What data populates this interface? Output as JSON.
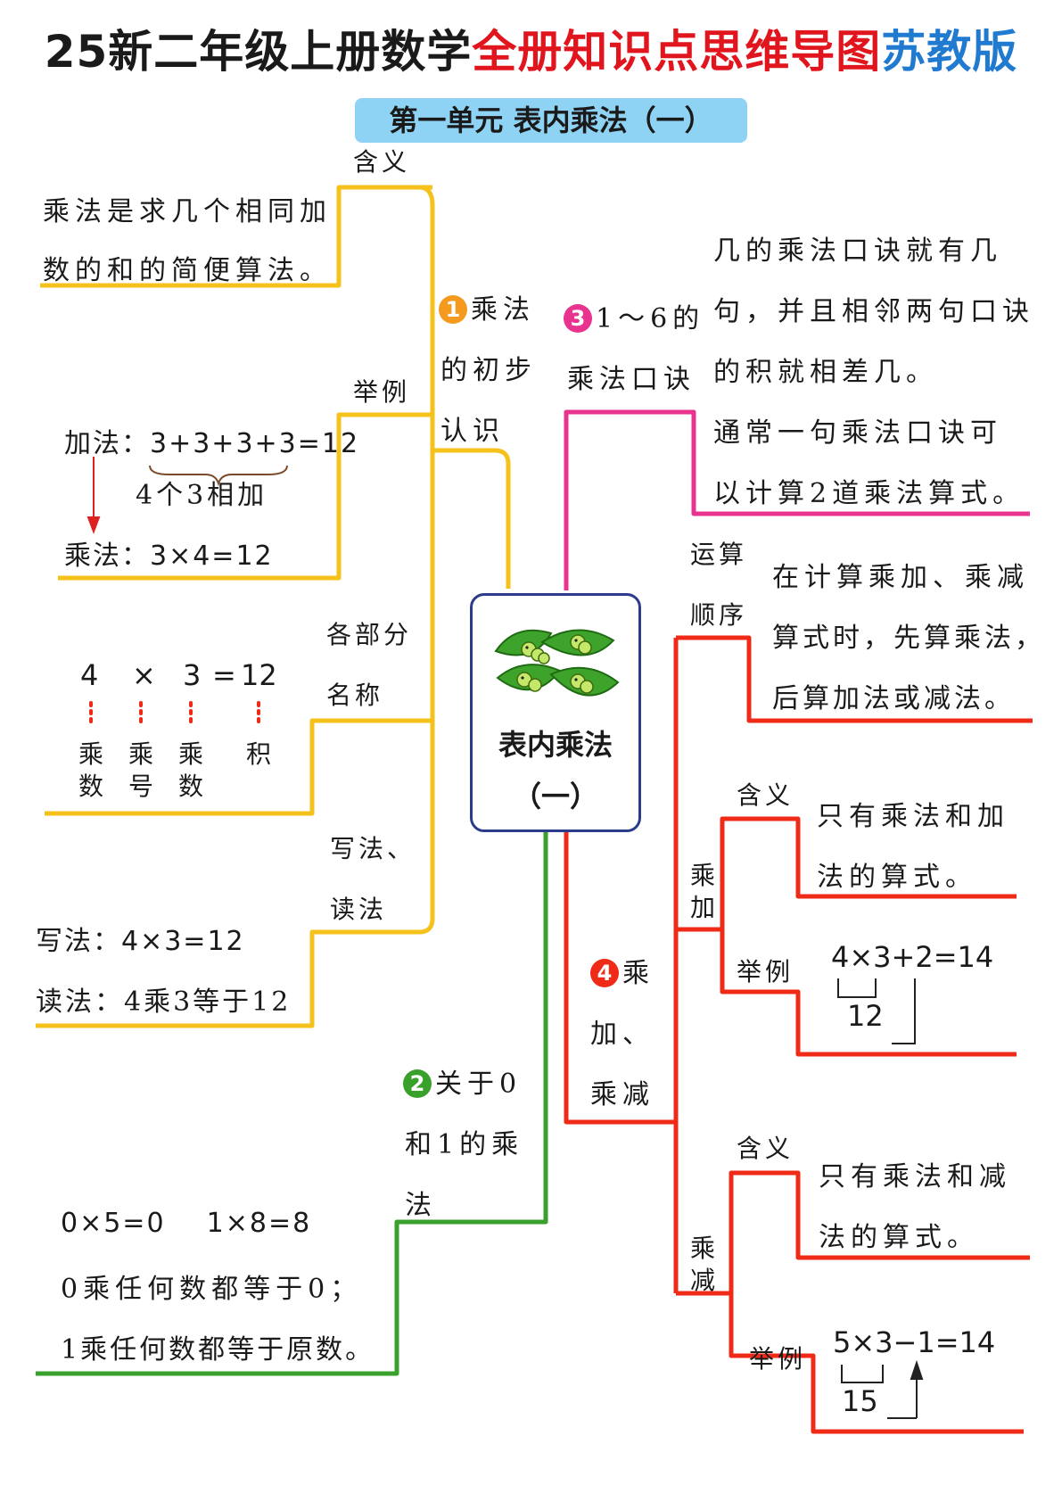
{
  "title": {
    "black": "25新二年级上册数学",
    "red": "全册知识点思维导图",
    "blue": "苏教版"
  },
  "unit_title": "第一单元 表内乘法（一）",
  "center": {
    "line1": "表内乘法",
    "line2": "（一）"
  },
  "branch1": {
    "badge": "1",
    "label_lines": [
      "乘法",
      "的初步",
      "认识"
    ],
    "meaning": {
      "label": "含义",
      "lines": [
        "乘法是求几个相同加",
        "数的和的简便算法。"
      ]
    },
    "example": {
      "label": "举例",
      "add": "加法：3+3+3+3=12",
      "brace": "4个3相加",
      "mul": "乘法：3×4=12"
    },
    "parts": {
      "label_lines": [
        "各部分",
        "名称"
      ],
      "equation": [
        "4",
        "×",
        "3",
        "=",
        "12"
      ],
      "names": [
        [
          "乘",
          "数"
        ],
        [
          "乘",
          "号"
        ],
        [
          "乘",
          "数"
        ],
        [
          "积"
        ]
      ]
    },
    "write_read": {
      "label_lines": [
        "写法、",
        "读法"
      ],
      "write": "写法：4×3=12",
      "read": "读法：4乘3等于12"
    }
  },
  "branch2": {
    "badge": "2",
    "label_lines": [
      "关于0",
      "和1的乘",
      "法"
    ],
    "lines": [
      "0×5=0    1×8=8",
      "0乘任何数都等于0；",
      "1乘任何数都等于原数。"
    ]
  },
  "branch3": {
    "badge": "3",
    "label_lines": [
      "1～6的",
      "乘法口诀"
    ],
    "lines": [
      "几的乘法口诀就有几",
      "句，并且相邻两句口诀",
      "的积就相差几。",
      "通常一句乘法口诀可",
      "以计算2道乘法算式。"
    ]
  },
  "branch4": {
    "badge": "4",
    "label_lines": [
      "乘",
      "加、",
      "乘减"
    ],
    "order": {
      "label_lines": [
        "运算",
        "顺序"
      ],
      "lines": [
        "在计算乘加、乘减",
        "算式时，先算乘法，",
        "后算加法或减法。"
      ]
    },
    "muladd": {
      "label": [
        "乘",
        "加"
      ],
      "meaning_label": "含义",
      "meaning": [
        "只有乘法和加",
        "法的算式。"
      ],
      "example_label": "举例",
      "example": "4×3+2=14",
      "partial": "12"
    },
    "mulsub": {
      "label": [
        "乘",
        "减"
      ],
      "meaning_label": "含义",
      "meaning": [
        "只有乘法和减",
        "法的算式。"
      ],
      "example_label": "举例",
      "example": "5×3−1=14",
      "partial": "15"
    }
  },
  "colors": {
    "branch1": "#f5c21b",
    "branch2": "#3aa02c",
    "branch3": "#e8338f",
    "branch4": "#ef2a17",
    "badge1": "#f39a1f",
    "badge2": "#3aa02c",
    "badge3": "#e8338f",
    "badge4": "#ef2a17",
    "title_red": "#e0151d",
    "title_blue": "#1f7ad0",
    "unit_bg": "#8fd3f4",
    "center_border": "#2a3c8a"
  }
}
